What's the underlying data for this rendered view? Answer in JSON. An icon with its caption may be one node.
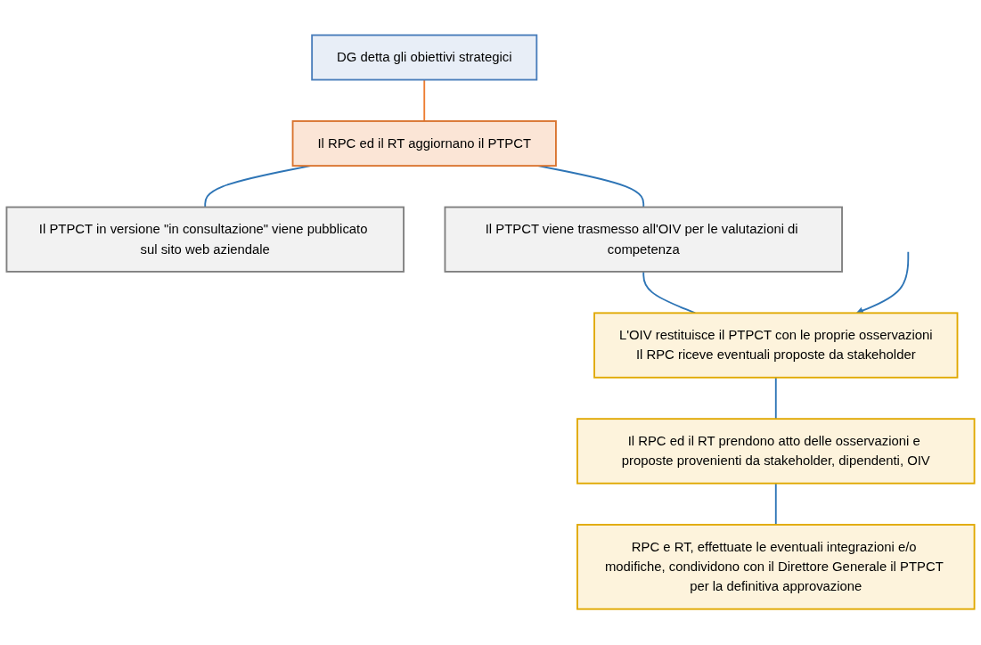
{
  "diagram": {
    "nodes": [
      {
        "text": [
          "DG detta gli obiettivi strategici"
        ]
      },
      {
        "text": [
          "Il RPC ed il RT aggiornano il PTPCT"
        ]
      },
      {
        "text": [
          "Il PTPCT in versione \"in consultazione\" viene pubblicato sul sito web aziendale"
        ]
      },
      {
        "text": [
          "Il PTPCT viene trasmesso all'OIV per le valutazioni di competenza"
        ]
      },
      {
        "text": [
          "L'OIV restituisce il PTPCT con le proprie osservazioni",
          "Il RPC riceve eventuali proposte da stakeholder"
        ]
      },
      {
        "text": [
          "Il RPC ed il RT prendono atto delle osservazioni e proposte provenienti da stakeholder, dipendenti, OIV"
        ]
      },
      {
        "text": [
          "RPC e RT, effettuate le eventuali integrazioni e/o modifiche, condividono con il Direttore Generale il PTPCT per la definitiva approvazione"
        ]
      }
    ],
    "edges": [
      {
        "from": 0,
        "to": 1,
        "arrow": "none",
        "color": "#ed7d31"
      },
      {
        "from": 1,
        "to": 2,
        "arrow": "none"
      },
      {
        "from": 1,
        "to": 3,
        "arrow": "none"
      },
      {
        "from": 3,
        "to": 4,
        "arrow": "none"
      },
      {
        "from": 4,
        "to": 5,
        "arrow": "none"
      },
      {
        "from": 5,
        "to": 6,
        "arrow": "none"
      },
      {
        "from": null,
        "to": 4,
        "arrow": "to"
      }
    ]
  }
}
